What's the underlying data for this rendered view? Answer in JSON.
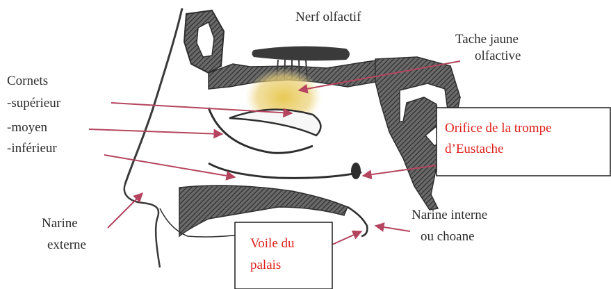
{
  "labels": {
    "nerf_olfactif": "Nerf olfactif",
    "tache_line1": "Tache jaune",
    "tache_line2": "olfactive",
    "cornets": "Cornets",
    "superieur": "-supérieur",
    "moyen": "-moyen",
    "inferieur": "-inférieur",
    "narine_externe_line1": "Narine",
    "narine_externe_line2": "externe",
    "narine_interne_line1": "Narine interne",
    "narine_interne_line2": "ou choane",
    "orifice_line1": "Orifice de la trompe",
    "orifice_line2": "d’Eustache",
    "voile_line1": "Voile du",
    "voile_line2": "palais"
  },
  "colors": {
    "arrow": "#b5455f",
    "highlight_text": "#e0201b",
    "olfactory_spot": "#e6c64a",
    "hatch": "#4a4a4a"
  }
}
